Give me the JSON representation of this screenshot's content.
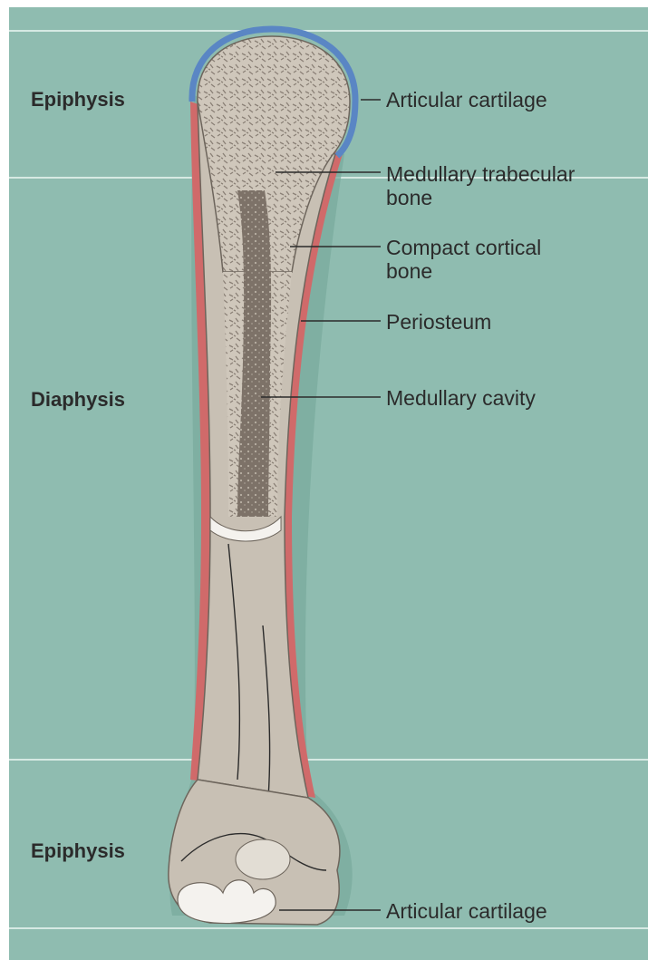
{
  "colors": {
    "background": "#8fbcb0",
    "band_line": "#d6e9e3",
    "bone": "#c8c0b4",
    "bone_edge": "#6d655c",
    "periosteum": "#d06a6a",
    "cartilage_top": "#5a86c4",
    "cartilage_bottom": "#f4f2ee",
    "marrow": "#7d7268",
    "label_text": "#2b2b2b"
  },
  "regions": {
    "top": "Epiphysis",
    "middle": "Diaphysis",
    "bottom": "Epiphysis"
  },
  "labels": {
    "articular_cartilage_top": "Articular cartilage",
    "trabecular_line1": "Medullary trabecular",
    "trabecular_line2": "bone",
    "cortical_line1": "Compact cortical",
    "cortical_line2": "bone",
    "periosteum": "Periosteum",
    "medullary_cavity": "Medullary cavity",
    "articular_cartilage_bottom": "Articular cartilage"
  }
}
